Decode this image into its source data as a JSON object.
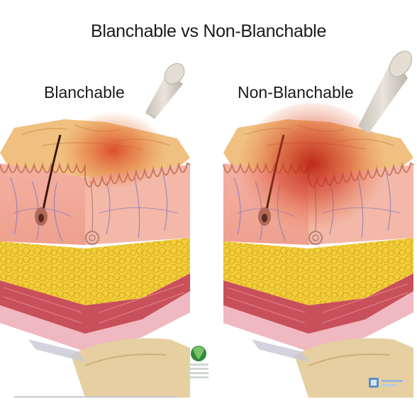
{
  "title": "Blanchable vs Non-Blanchable",
  "panels": [
    {
      "label": "Blanchable"
    },
    {
      "label": "Non-Blanchable"
    }
  ],
  "colors": {
    "epidermis": "#f0c080",
    "dermis": "#f0a898",
    "fat": "#f2cf3a",
    "muscle": "#c8505a",
    "redness": "#d83a20",
    "finger": "#d8d0c8"
  },
  "icons": [
    "finger-icon",
    "npiap-logo-icon",
    "publisher-logo-icon"
  ]
}
